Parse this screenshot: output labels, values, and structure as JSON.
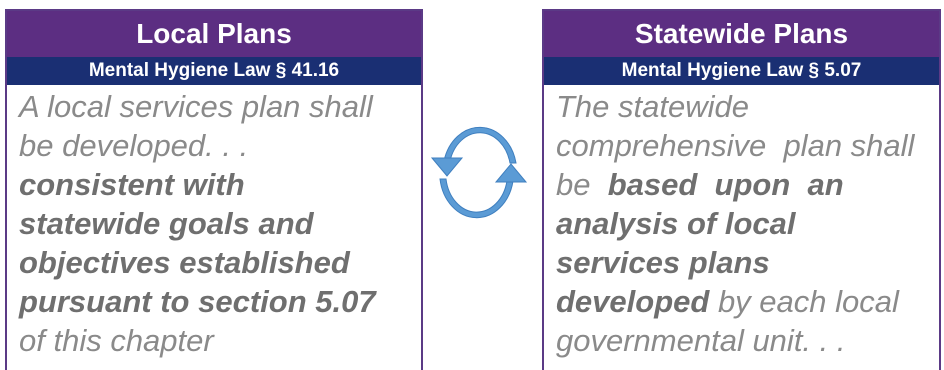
{
  "left_panel": {
    "title": "Local Plans",
    "subtitle": "Mental Hygiene Law § 41.16",
    "lines": [
      {
        "pre": "A local services plan shall",
        "bold": "",
        "post": ""
      },
      {
        "pre": "be developed. . .",
        "bold": "",
        "post": ""
      },
      {
        "pre": "",
        "bold": "consistent with",
        "post": ""
      },
      {
        "pre": "",
        "bold": "statewide goals and",
        "post": ""
      },
      {
        "pre": "",
        "bold": "objectives established",
        "post": ""
      },
      {
        "pre": "",
        "bold": "pursuant to section 5.07",
        "post": ""
      },
      {
        "pre": "of this chapter",
        "bold": "",
        "post": ""
      }
    ]
  },
  "right_panel": {
    "title": "Statewide Plans",
    "subtitle": "Mental Hygiene Law § 5.07",
    "lines": [
      {
        "pre": "The statewide",
        "bold": "",
        "post": ""
      },
      {
        "pre": "comprehensive  plan shall",
        "bold": "",
        "post": ""
      },
      {
        "pre": "be  ",
        "bold": "based  upon  an",
        "post": ""
      },
      {
        "pre": "",
        "bold": "analysis of local",
        "post": ""
      },
      {
        "pre": "",
        "bold": "services plans",
        "post": ""
      },
      {
        "pre": "",
        "bold": "developed",
        "post": " by each local"
      },
      {
        "pre": "governmental unit. . .",
        "bold": "",
        "post": ""
      }
    ]
  },
  "colors": {
    "title_bar": "#5c2e82",
    "subtitle_bar": "#1a2f73",
    "arrow_fill": "#5b9bd5",
    "text": "#8a8a8a"
  },
  "icons": {
    "cycle": "circular-arrows-icon"
  }
}
